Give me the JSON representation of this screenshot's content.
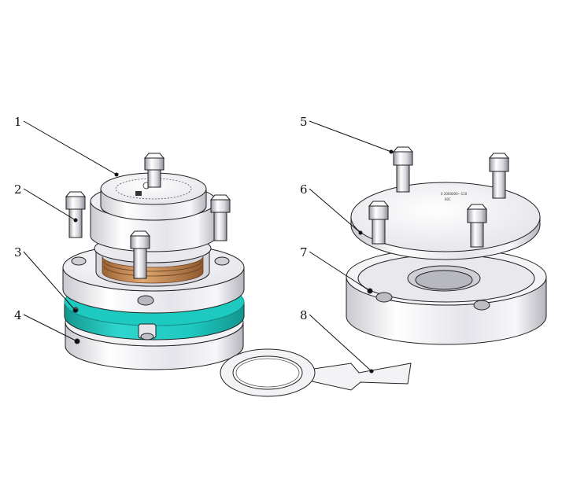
{
  "labels": [
    "1",
    "2",
    "3",
    "4",
    "5",
    "6",
    "7",
    "8"
  ],
  "colors": {
    "metal_light": "#f6f6f8",
    "metal_mid": "#dcdce2",
    "metal_dark": "#a9a9b2",
    "seal_teal": "#1ec9c0",
    "seal_teal_dark": "#13968f",
    "copper": "#c98a4e",
    "outline": "#222222"
  },
  "icons": {
    "left_assembly": "assembled-holder-icon",
    "right_assembly": "exploded-holder-icon",
    "gasket": "gasket-icon"
  }
}
